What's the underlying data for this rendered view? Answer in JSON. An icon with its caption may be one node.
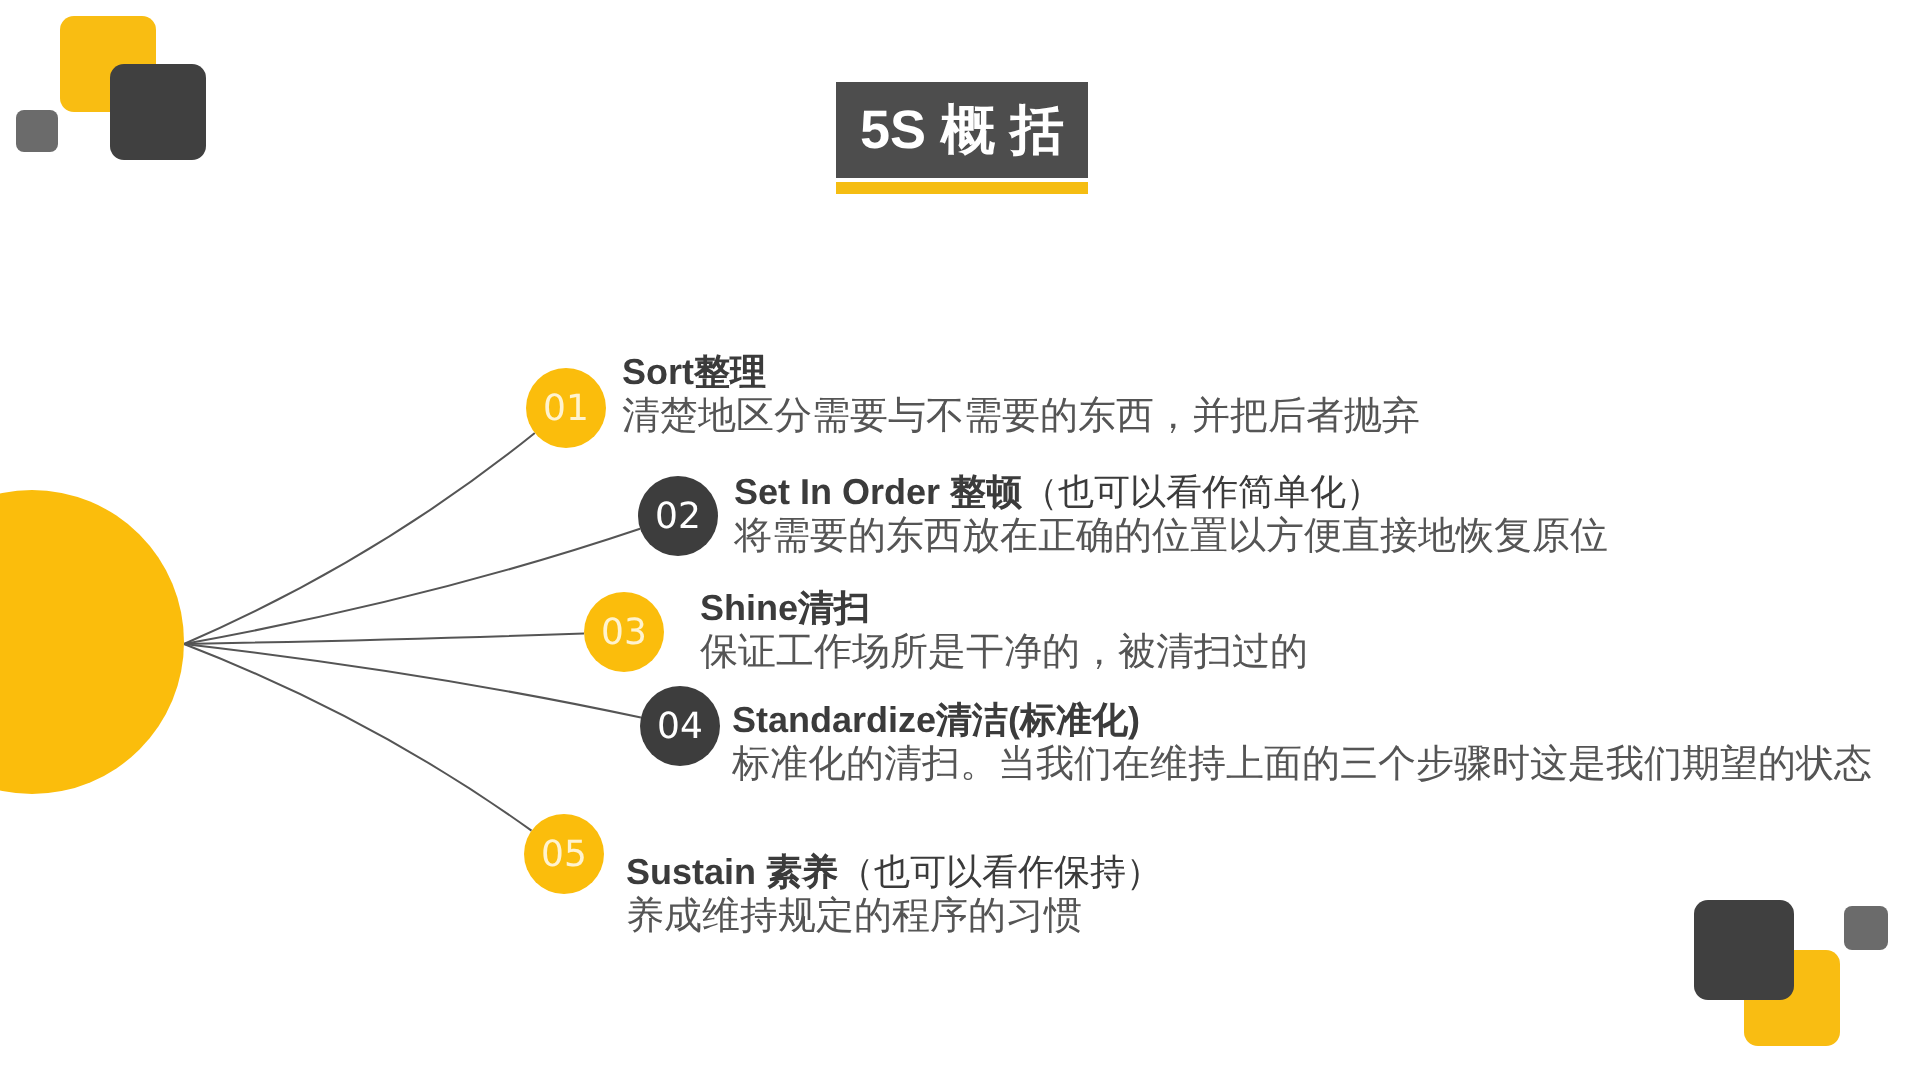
{
  "diagram": {
    "title": "5S 概 括",
    "nodes": [
      {
        "text": [],
        "shape": "circle"
      },
      {
        "text": [
          "01"
        ],
        "beside": [
          "Sort整理",
          "清楚地区分需要与不需要的东西，并把后者抛弃"
        ]
      },
      {
        "text": [
          "02"
        ],
        "beside": [
          "**Set In Order 整顿**（也可以看作简单化）",
          "将需要的东西放在正确的位置以方便直接地恢复原位"
        ]
      },
      {
        "text": [
          "03"
        ],
        "beside": [
          "Shine清扫",
          "保证工作场所是干净的，被清扫过的"
        ]
      },
      {
        "text": [
          "04"
        ],
        "beside": [
          "Standardize清洁(标准化)",
          "标准化的清扫。当我们在维持上面的三个步骤时这是我们期望的状态"
        ]
      },
      {
        "text": [
          "05"
        ],
        "beside": [
          "**Sustain 素养**（也可以看作保持）",
          "养成维持规定的程序的习惯"
        ]
      }
    ],
    "edges": [
      {
        "from": 0,
        "to": 1,
        "arrow": "none"
      },
      {
        "from": 0,
        "to": 2,
        "arrow": "none"
      },
      {
        "from": 0,
        "to": 3,
        "arrow": "none"
      },
      {
        "from": 0,
        "to": 4,
        "arrow": "none"
      },
      {
        "from": 0,
        "to": 5,
        "arrow": "none"
      }
    ]
  }
}
